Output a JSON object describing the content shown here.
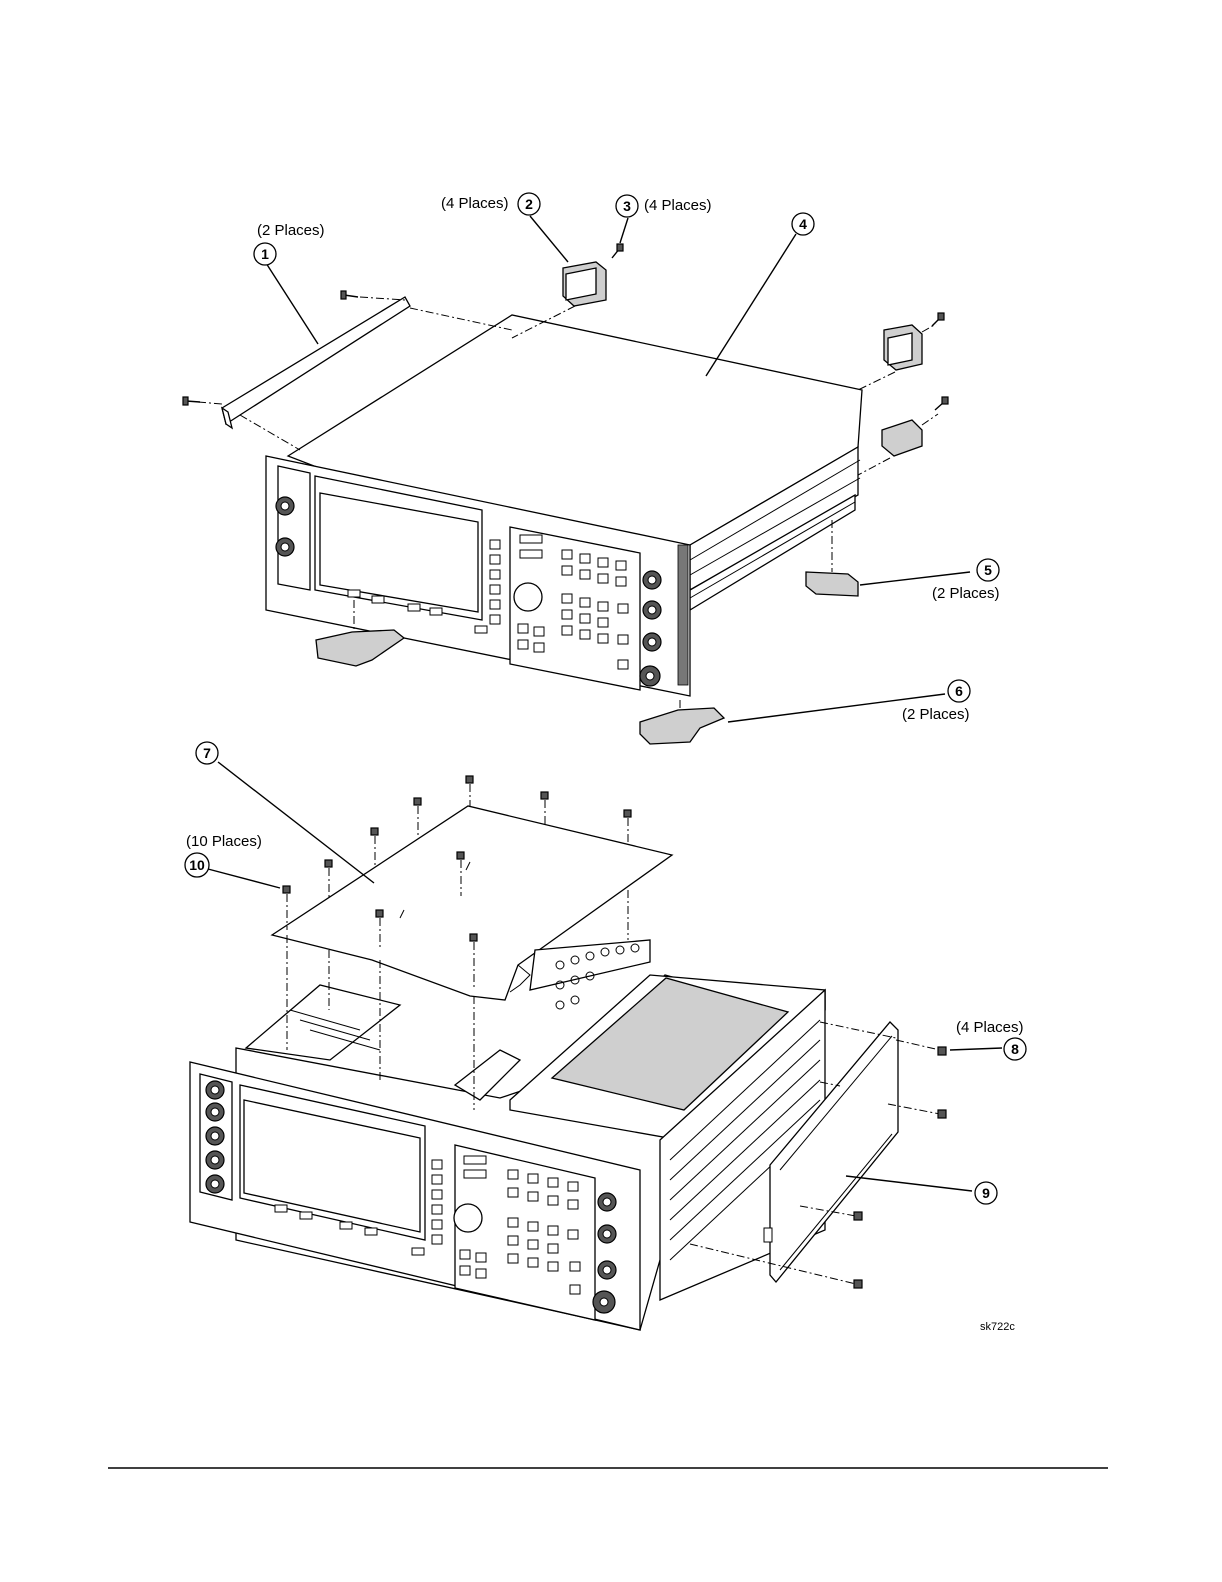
{
  "diagram": {
    "figure_id": "sk722c",
    "callouts": [
      {
        "num": "1",
        "note": "(2 Places)"
      },
      {
        "num": "2",
        "note": "(4 Places)"
      },
      {
        "num": "3",
        "note": "(4 Places)"
      },
      {
        "num": "4",
        "note": ""
      },
      {
        "num": "5",
        "note": "(2 Places)"
      },
      {
        "num": "6",
        "note": "(2 Places)"
      },
      {
        "num": "7",
        "note": ""
      },
      {
        "num": "8",
        "note": "(4 Places)"
      },
      {
        "num": "9",
        "note": ""
      },
      {
        "num": "10",
        "note": "(10 Places)"
      }
    ]
  },
  "colors": {
    "line": "#000000",
    "panel_fill": "#cfcfcf",
    "background": "#ffffff"
  }
}
